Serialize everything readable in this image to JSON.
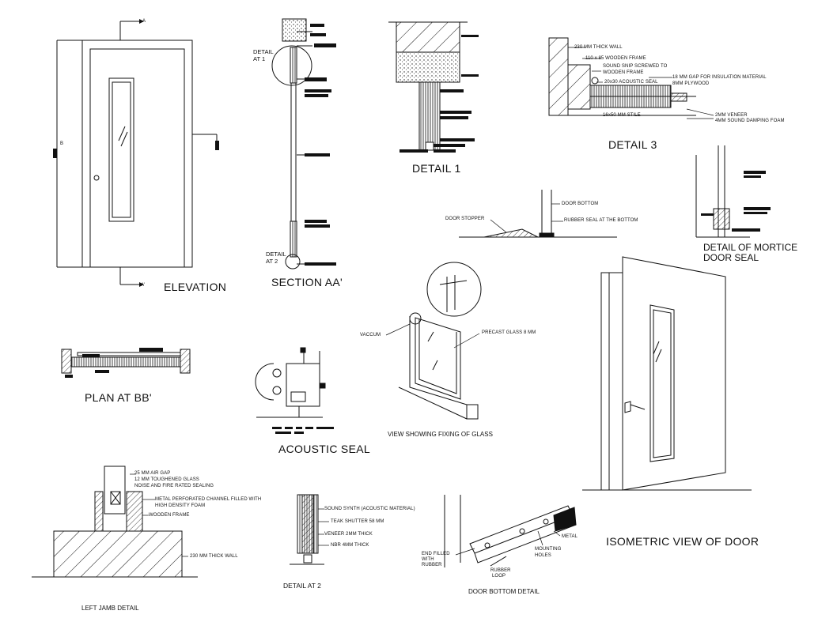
{
  "titles": {
    "elevation": "ELEVATION",
    "section_aa": "SECTION AA'",
    "detail_1": "DETAIL  1",
    "detail_3": "DETAIL 3",
    "detail_mortice_1": "DETAIL OF MORTICE",
    "detail_mortice_2": "DOOR SEAL",
    "plan_bb": "PLAN AT BB'",
    "acoustic_seal": "ACOUSTIC SEAL",
    "view_glass": "VIEW SHOWING FIXING OF GLASS",
    "isometric": "ISOMETRIC VIEW OF DOOR",
    "left_jamb": "LEFT JAMB DETAIL",
    "detail_2": "DETAIL AT 2",
    "door_bottom_detail": "DOOR BOTTOM DETAIL"
  },
  "markers": {
    "a_top": "A",
    "a_bottom": "A'",
    "b_left": "B",
    "detail_at_1_line1": "DETAIL",
    "detail_at_1_line2": "AT 1",
    "detail_at_2_line1": "DETAIL",
    "detail_at_2_line2": "AT 2"
  },
  "detail3_notes": {
    "wall": "230 MM THICK WALL",
    "frame": "110 x 85 WOODEN FRAME",
    "snip_1": "SOUND SNIP SCREWED TO",
    "snip_2": "WOODEN FRAME",
    "gap": "18 MM GAP FOR INSULATION MATERIAL",
    "seal": "20x30 ACOUSTIC SEAL",
    "ply": "8MM PLYWOOD",
    "veneer": "2MM VENEER",
    "foam": "4MM SOUND DAMPING FOAM",
    "stile": "16x50 MM STILE"
  },
  "door_bottom_notes": {
    "door_bottom": "DOOR BOTTOM",
    "stopper": "DOOR STOPPER",
    "rubber_seal": "RUBBER SEAL AT THE BOTTOM"
  },
  "glass_notes": {
    "vaccum": "VACCUM",
    "precast": "PRECAST GLASS  8 MM"
  },
  "jamb_notes": {
    "air_gap": "25 MM AIR GAP",
    "toughened": "12 MM TOUGHENED GLASS",
    "sealing": "NOISE AND FIRE RATED SEALING",
    "channel_1": "METAL PERFORATED CHANNEL FILLED WITH",
    "channel_2": "HIGH DENSITY FOAM",
    "frame": "WOODEN FRAME",
    "wall": "230 MM THICK WALL"
  },
  "detail2_notes": {
    "synth": "SOUND SYNTH (ACOUSTIC MATERIAL)",
    "teak": "TEAK SHUTTER 58 MM",
    "veneer": "VENEER 2MM THICK",
    "nbr": "NBR 4MM THICK"
  },
  "bottom_detail_notes": {
    "metal": "METAL",
    "mounting_1": "MOUNTING",
    "mounting_2": "HOLES",
    "end_1": "END FILLED",
    "end_2": "WITH",
    "end_3": "RUBBER",
    "loop_1": "RUBBER",
    "loop_2": "LOOP"
  }
}
